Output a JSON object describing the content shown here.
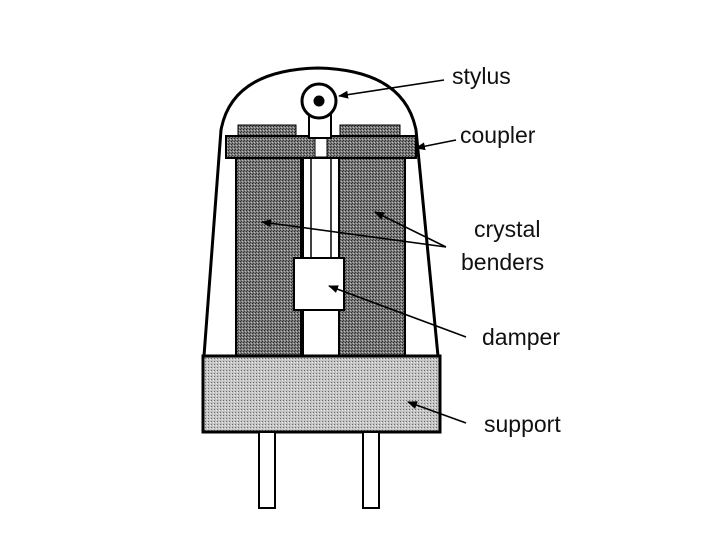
{
  "labels": {
    "stylus": "stylus",
    "coupler": "coupler",
    "crystal_benders_line1": "crystal",
    "crystal_benders_line2": "benders",
    "damper": "damper",
    "support": "support"
  },
  "colors": {
    "outline": "#000000",
    "bender_fill": "#6e6e6e",
    "support_fill": "#b9b9b9",
    "coupler_fill": "#4a4a4a",
    "background": "#ffffff"
  }
}
